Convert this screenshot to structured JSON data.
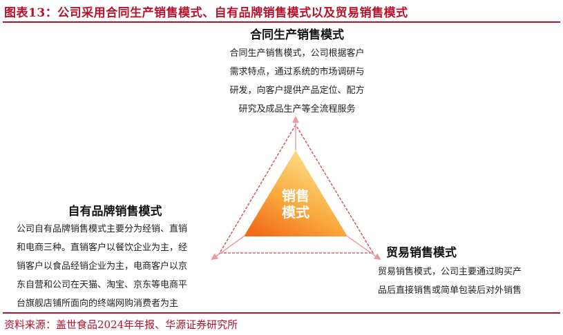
{
  "figure": {
    "title": "图表13：公司采用合同生产销售模式、自有品牌销售模式以及贸易销售模式",
    "source": "资料来源：盖世食品2024年年报、华源证券研究所"
  },
  "center": {
    "line1": "销售",
    "line2": "模式"
  },
  "nodes": {
    "top": {
      "heading": "合同生产销售模式",
      "lines": [
        "合同生产销售模式，公司根据客户",
        "需求特点，通过系统的市场调研与",
        "研发，向客户提供产品定位、配方",
        "研究及成品生产等全流程服务"
      ]
    },
    "left": {
      "heading": "自有品牌销售模式",
      "lines": [
        "公司自有品牌销售模式主要分为经销、直销",
        "和电商三种。直销客户以餐饮企业为主，经",
        "销客户以食品经销企业为主，电商客户以京",
        "东自营和公司在天猫、淘宝、京东等电商平",
        "台旗舰店铺所面向的终端网购消费者为主"
      ]
    },
    "right": {
      "heading": "贸易销售模式",
      "lines": [
        "贸易销售模式，公司主要通过购买产",
        "品后直接销售或简单包装后对外销售"
      ]
    }
  },
  "colors": {
    "brand_red": "#b8122a",
    "dashed_line": "#d0606a",
    "arrow": "#e89aa0",
    "gradient_light": "#fde08a",
    "gradient_dark": "#f26a1b"
  }
}
